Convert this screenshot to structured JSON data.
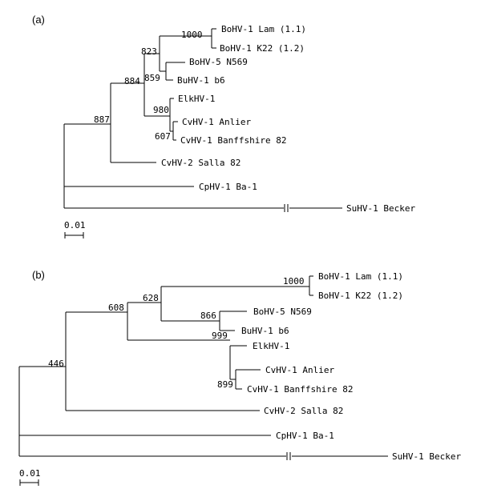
{
  "panels": [
    {
      "label": "(a)",
      "bootstrap": [
        "1000",
        "823",
        "859",
        "884",
        "980",
        "607",
        "887"
      ],
      "taxa": [
        "BoHV-1 Lam (1.1)",
        "BoHV-1 K22 (1.2)",
        "BoHV-5 N569",
        "BuHV-1 b6",
        "ElkHV-1",
        "CvHV-1 Anlier",
        "CvHV-1 Banffshire 82",
        "CvHV-2 Salla 82",
        "CpHV-1 Ba-1",
        "SuHV-1 Becker"
      ],
      "scale_label": "0.01"
    },
    {
      "label": "(b)",
      "bootstrap": [
        "1000",
        "628",
        "866",
        "608",
        "999",
        "899",
        "446"
      ],
      "taxa": [
        "BoHV-1 Lam (1.1)",
        "BoHV-1 K22 (1.2)",
        "BoHV-5 N569",
        "BuHV-1 b6",
        "ElkHV-1",
        "CvHV-1 Anlier",
        "CvHV-1 Banffshire 82",
        "CvHV-2 Salla 82",
        "CpHV-1 Ba-1",
        "SuHV-1 Becker"
      ],
      "scale_label": "0.01"
    }
  ]
}
